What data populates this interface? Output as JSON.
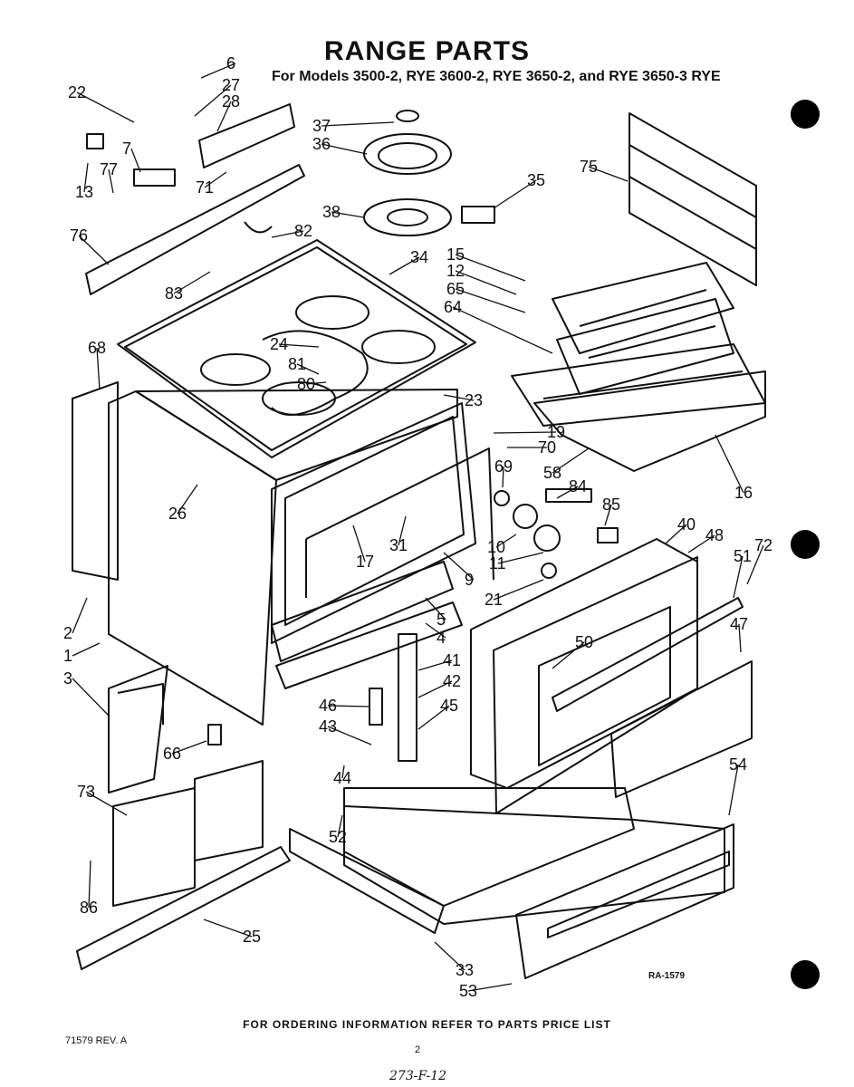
{
  "title": "RANGE PARTS",
  "subtitle": "For Models 3500-2, RYE 3600-2, RYE 3650-2, and RYE 3650-3 RYE",
  "footer": "FOR ORDERING INFORMATION REFER TO PARTS PRICE LIST",
  "doc_number": "71579 REV. A",
  "page_number": "2",
  "handwritten_note": "273-F-12",
  "drawing_ref": "RA-1579",
  "part_labels": [
    "6",
    "27",
    "28",
    "22",
    "7",
    "77",
    "13",
    "71",
    "76",
    "82",
    "83",
    "37",
    "36",
    "38",
    "35",
    "34",
    "75",
    "15",
    "12",
    "65",
    "64",
    "68",
    "24",
    "81",
    "80",
    "23",
    "19",
    "70",
    "69",
    "58",
    "16",
    "26",
    "17",
    "31",
    "84",
    "85",
    "40",
    "48",
    "72",
    "51",
    "10",
    "11",
    "9",
    "21",
    "2",
    "5",
    "4",
    "1",
    "50",
    "47",
    "41",
    "3",
    "42",
    "46",
    "45",
    "43",
    "66",
    "44",
    "54",
    "73",
    "52",
    "86",
    "25",
    "33",
    "53"
  ]
}
